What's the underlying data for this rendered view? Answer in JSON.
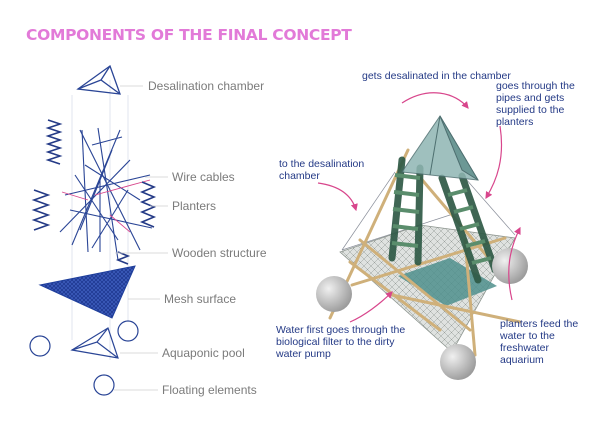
{
  "title": "COMPONENTS OF THE FINAL CONCEPT",
  "components": [
    "Desalination chamber",
    "Wire cables",
    "Planters",
    "Wooden structure",
    "Mesh surface",
    "Aquaponic pool",
    "Floating elements"
  ],
  "annotations": {
    "top": "gets desalinated in the chamber",
    "right_top": "goes through the pipes and gets supplied to the planters",
    "left": "to the desalination chamber",
    "bottom_left": "Water first goes through the biological filter to the dirty water pump",
    "bottom_right": "planters feed the water to the freshwater aquarium"
  },
  "colors": {
    "title": "#e27ad8",
    "annotation_text": "#243a86",
    "arrows": "#d8468c",
    "mesh": "#1f3f9c"
  }
}
